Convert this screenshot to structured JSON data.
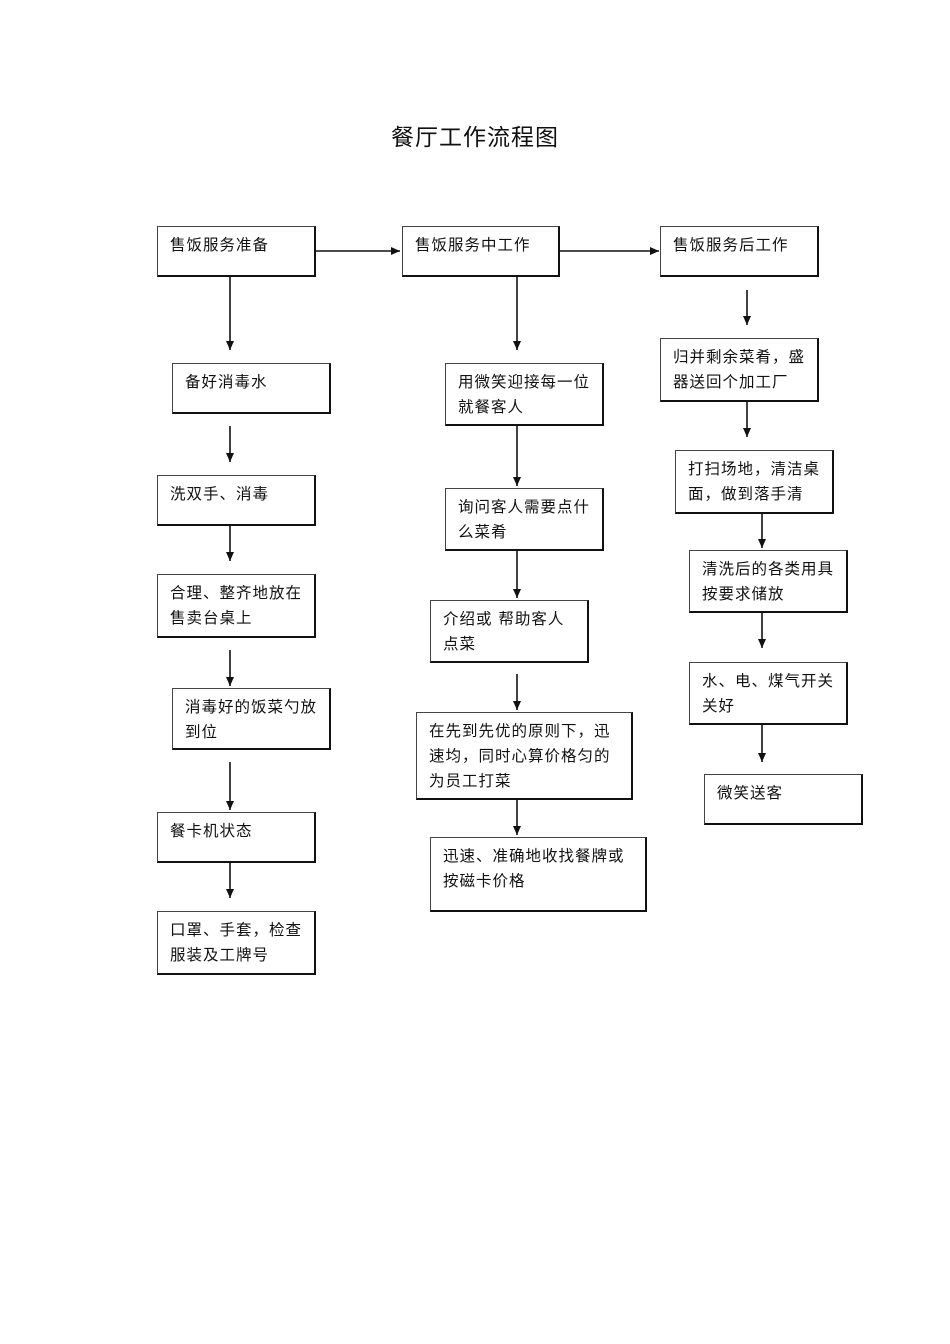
{
  "title": "餐厅工作流程图",
  "columns": [
    {
      "header": "售饭服务准备",
      "steps": [
        "备好消毒水",
        "洗双手、消毒",
        "合理、整齐地放在售卖台桌上",
        "消毒好的饭菜勺放到位",
        "餐卡机状态",
        "口罩、手套，检查服装及工牌号"
      ]
    },
    {
      "header": "售饭服务中工作",
      "steps": [
        "用微笑迎接每一位就餐客人",
        "询问客人需要点什么菜肴",
        "介绍或 帮助客人点菜",
        "在先到先优的原则下，迅速均，同时心算价格匀的为员工打菜",
        "迅速、准确地收找餐牌或按磁卡价格"
      ]
    },
    {
      "header": "售饭服务后工作",
      "steps": [
        "归并剩余菜肴，盛器送回个加工厂",
        "打扫场地，清洁桌面，做到落手清",
        "清洗后的各类用具按要求储放",
        "水、电、煤气开关关好",
        "微笑送客"
      ]
    }
  ]
}
